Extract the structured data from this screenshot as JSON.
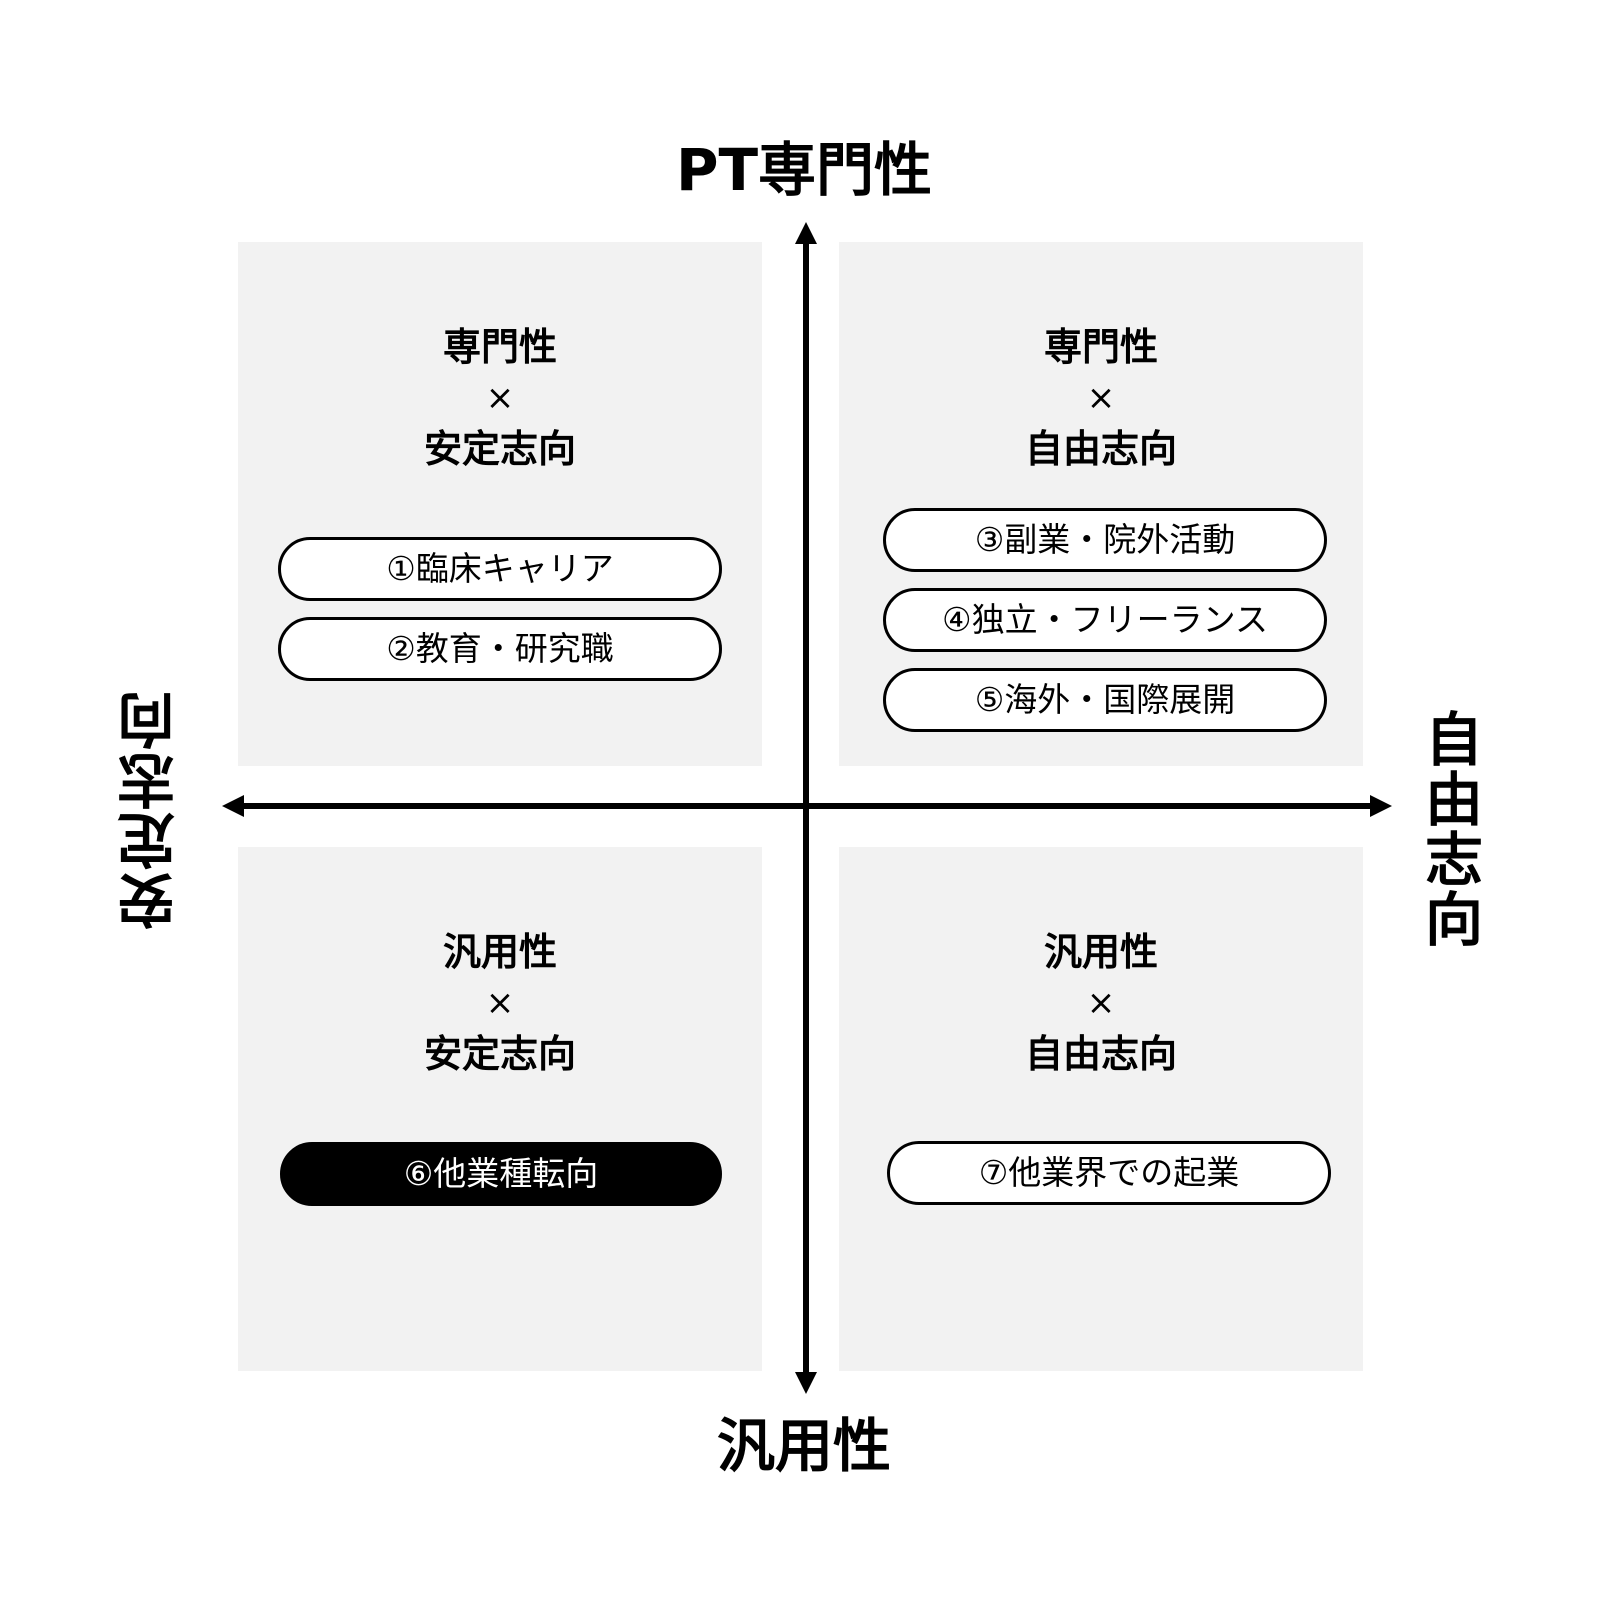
{
  "axes": {
    "top": "PT専門性",
    "bottom": "汎用性",
    "left": "安定志向",
    "right": "自由志向"
  },
  "quadrants": {
    "top_left": {
      "line1": "専門性",
      "times": "×",
      "line2": "安定志向",
      "items": [
        "①臨床キャリア",
        "②教育・研究職"
      ]
    },
    "top_right": {
      "line1": "専門性",
      "times": "×",
      "line2": "自由志向",
      "items": [
        "③副業・院外活動",
        "④独立・フリーランス",
        "⑤海外・国際展開"
      ]
    },
    "bottom_left": {
      "line1": "汎用性",
      "times": "×",
      "line2": "安定志向",
      "items": [
        "⑥他業種転向"
      ]
    },
    "bottom_right": {
      "line1": "汎用性",
      "times": "×",
      "line2": "自由志向",
      "items": [
        "⑦他業界での起業"
      ]
    }
  },
  "colors": {
    "quadrant_bg": "#f2f2f2",
    "axis": "#000000",
    "highlight_pill": "#000000"
  }
}
